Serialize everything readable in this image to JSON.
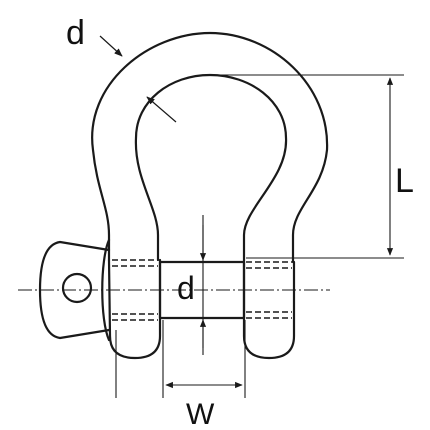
{
  "diagram": {
    "labels": {
      "d_top": "d",
      "d_center": "d",
      "L": "L",
      "W": "W"
    },
    "colors": {
      "line": "#1a1a1a",
      "background": "#ffffff"
    }
  }
}
